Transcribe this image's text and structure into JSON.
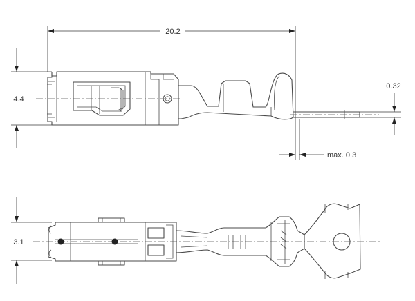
{
  "dimensions": {
    "total_length": "20.2",
    "height_top": "4.4",
    "thickness": "0.32",
    "max_offset": "max. 0.3",
    "height_bottom": "3.1"
  }
}
